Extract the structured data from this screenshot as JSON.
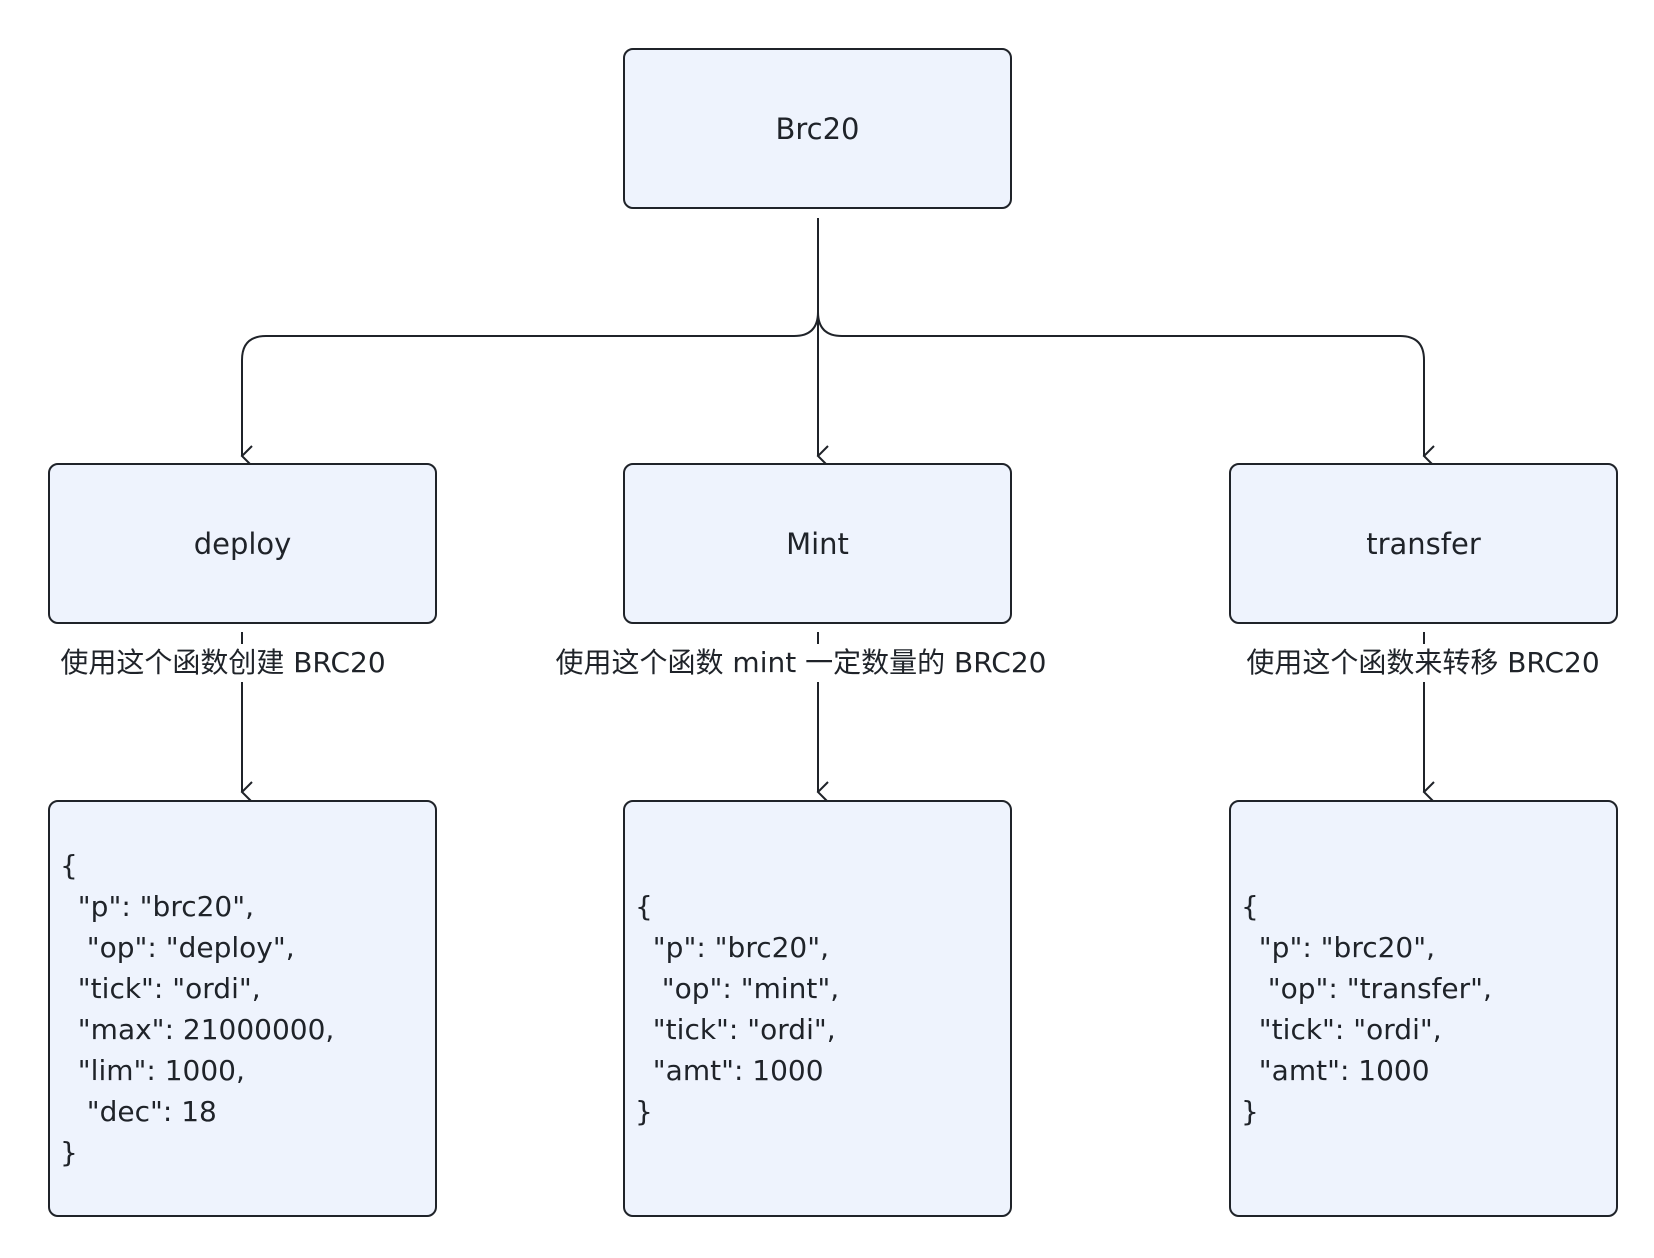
{
  "diagram": {
    "root": {
      "label": "Brc20"
    },
    "branches": [
      {
        "id": "deploy",
        "label": "deploy",
        "edge_label": "使用这个函数创建 BRC20",
        "code": [
          "{",
          "  \"p\": \"brc20\",",
          "   \"op\": \"deploy\",",
          "  \"tick\": \"ordi\",",
          "  \"max\": 21000000,",
          "  \"lim\": 1000,",
          "   \"dec\": 18",
          "}"
        ]
      },
      {
        "id": "mint",
        "label": "Mint",
        "edge_label": "使用这个函数 mint 一定数量的 BRC20",
        "code": [
          "{",
          "  \"p\": \"brc20\",",
          "   \"op\": \"mint\",",
          "  \"tick\": \"ordi\",",
          "  \"amt\": 1000",
          "}"
        ]
      },
      {
        "id": "transfer",
        "label": "transfer",
        "edge_label": "使用这个函数来转移 BRC20",
        "code": [
          "{",
          "  \"p\": \"brc20\",",
          "   \"op\": \"transfer\",",
          "  \"tick\": \"ordi\",",
          "  \"amt\": 1000",
          "}"
        ]
      }
    ]
  }
}
